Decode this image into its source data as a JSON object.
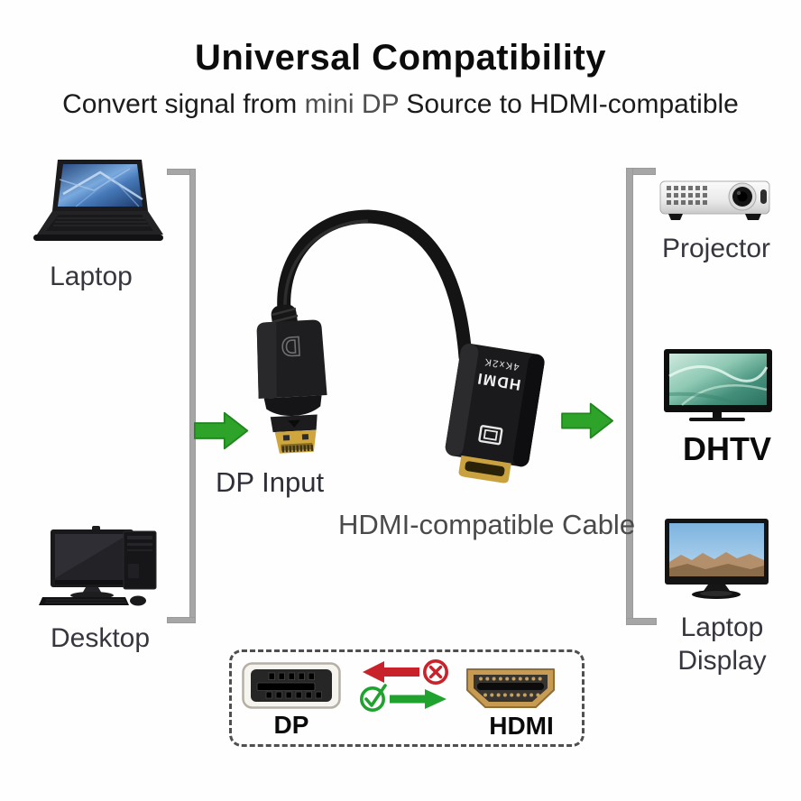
{
  "header": {
    "title": "Universal Compatibility",
    "subtitle": {
      "prefix": "Convert signal from ",
      "highlight": "mini DP",
      "suffix": " Source to HDMI-compatible"
    }
  },
  "sources": {
    "laptop": {
      "label": "Laptop"
    },
    "desktop": {
      "label": "Desktop"
    }
  },
  "adapter": {
    "dp_input_label": "DP Input",
    "cable_label": "HDMI-compatible Cable",
    "dp_logo": "D",
    "print_line1": "4Kx2K",
    "print_line2": "HDMI"
  },
  "outputs": {
    "projector": {
      "label": "Projector"
    },
    "dhtv": {
      "label": "DHTV"
    },
    "laptop_display": {
      "label_line1": "Laptop",
      "label_line2": "Display"
    }
  },
  "compatibility": {
    "dp_label": "DP",
    "hdmi_label": "HDMI"
  },
  "colors": {
    "arrow_green": "#2da32a",
    "check_green": "#1fa32e",
    "wrong_red": "#c8222a",
    "bracket_gray": "#a6a6a6",
    "connector_gold": "#c79b52",
    "label_text": "#36363f",
    "title_text": "#0c0c0c"
  }
}
